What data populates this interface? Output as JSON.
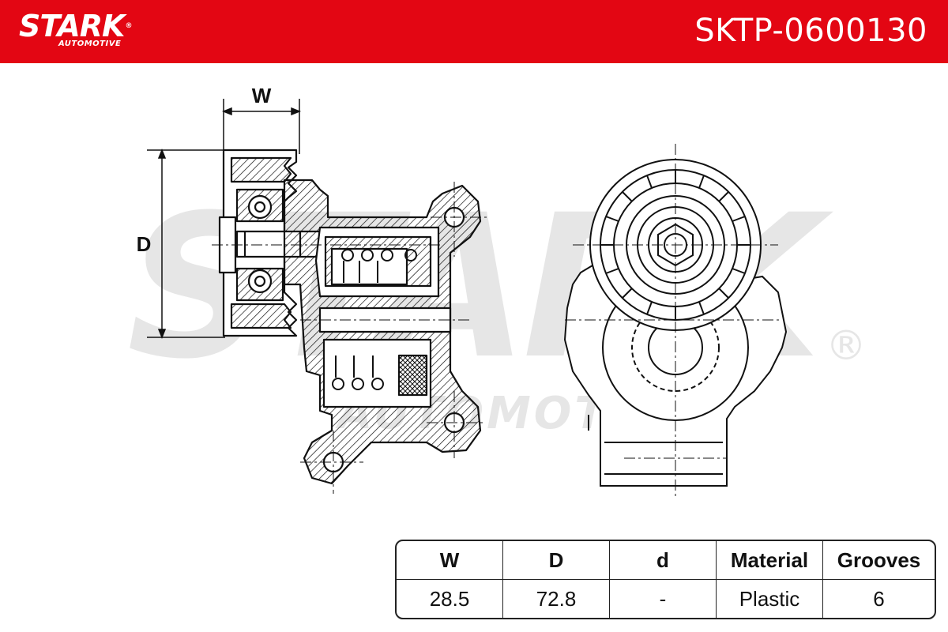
{
  "header": {
    "brand_name": "STARK",
    "brand_registered": "®",
    "brand_subtitle": "AUTOMOTIVE",
    "part_number": "SKTP-0600130",
    "background_color": "#e30613"
  },
  "watermark": {
    "text": "STARK",
    "subtext": "AUTOMOTIVE",
    "registered": "®",
    "color": "#e6e6e6"
  },
  "drawing": {
    "dimension_w_label": "W",
    "dimension_d_label": "D"
  },
  "spec_table": {
    "headers": [
      "W",
      "D",
      "d",
      "Material",
      "Grooves"
    ],
    "values": [
      "28.5",
      "72.8",
      "-",
      "Plastic",
      "6"
    ]
  }
}
